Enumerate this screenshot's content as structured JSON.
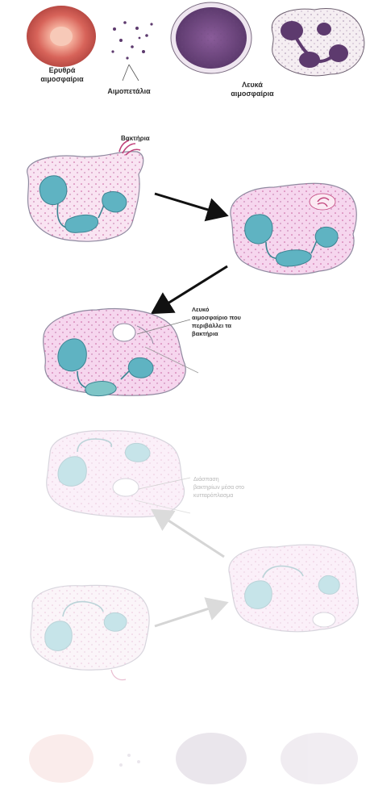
{
  "legend": {
    "erythrocytes": [
      "Ερυθρά",
      "αιμοσφαίρια"
    ],
    "platelets": "Αιμοπετάλια",
    "leukocytes": [
      "Λευκά",
      "αιμοσφαίρια"
    ]
  },
  "annotations": {
    "bacteria": "Βακτήρια",
    "engulf": [
      "Λευκό",
      "αιμοσφαίριο που",
      "περιβάλλει τα",
      "βακτήρια"
    ],
    "digest": [
      "Διάσπαση",
      "βακτηρίων μέσα στο",
      "κυτταρόπλασμα"
    ]
  },
  "colors": {
    "cell_fill": "#f6d9ee",
    "cell_edge": "#8f8aa0",
    "nucleus": "#5fb3c2",
    "nucleus_edge": "#3c8492",
    "rbc_outer": "#d8645a",
    "rbc_inner": "#f4c2b4",
    "wbc_dark": "#5d3a6e",
    "arrow": "#111111",
    "bacteria": "#c0417a"
  }
}
